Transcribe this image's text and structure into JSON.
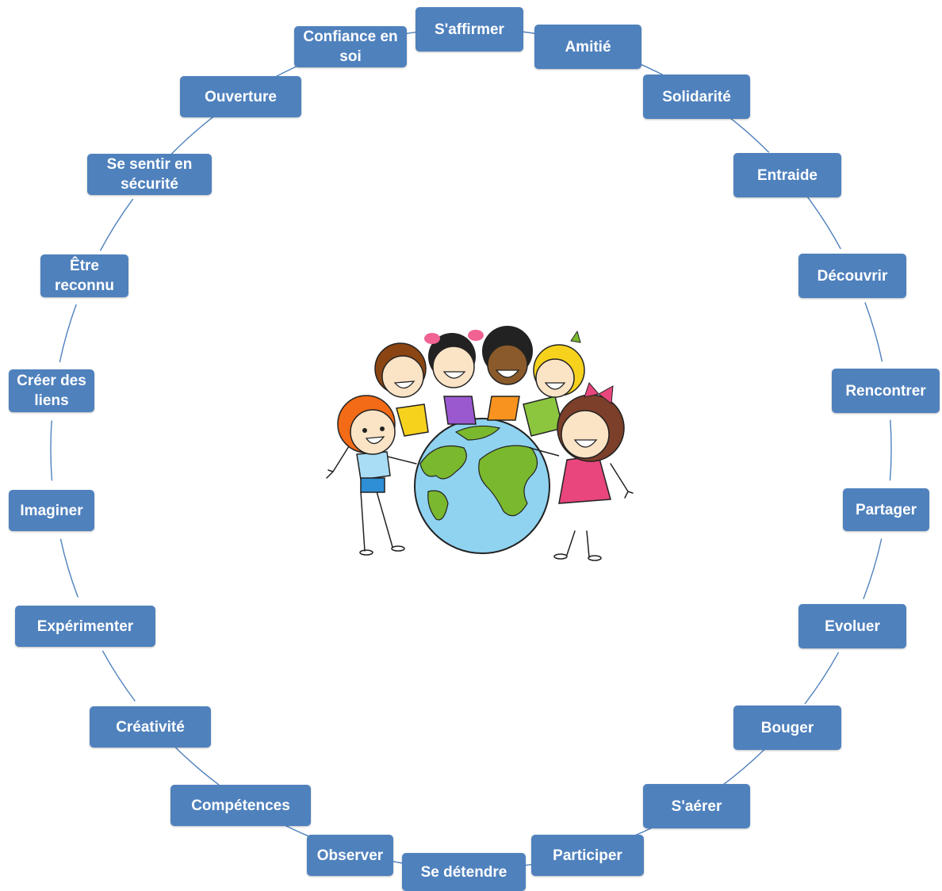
{
  "diagram": {
    "type": "cycle",
    "nodes": [
      "S'affirmer",
      "Amitié",
      "Solidarité",
      "Entraide",
      "Découvrir",
      "Rencontrer",
      "Partager",
      "Evoluer",
      "Bouger",
      "S'aérer",
      "Participer",
      "Se détendre",
      "Observer",
      "Compétences",
      "Créativité",
      "Expérimenter",
      "Imaginer",
      "Créer des liens",
      "Être reconnu",
      "Se sentir en sécurité",
      "Ouverture",
      "Confiance en soi"
    ],
    "center_image": "children-around-globe-illustration"
  },
  "colors": {
    "node_fill": "#4F81BD",
    "node_text": "#FFFFFF",
    "connector": "#4F81BD",
    "ocean": "#8FD3F0",
    "land": "#7AB82E"
  }
}
